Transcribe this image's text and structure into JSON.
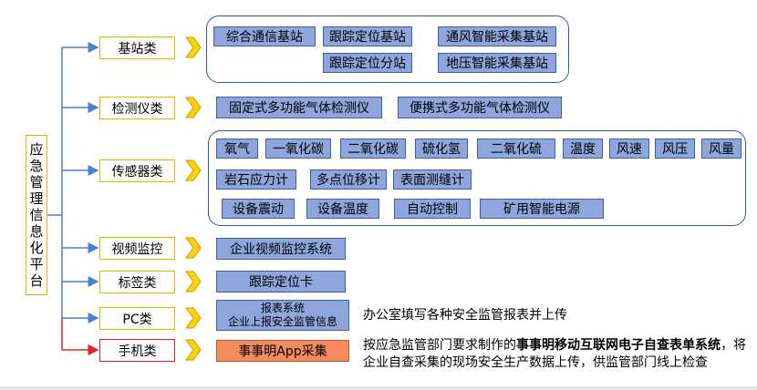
{
  "root": {
    "chars": [
      "应",
      "急",
      "管",
      "理",
      "信",
      "息",
      "化",
      "平",
      "台"
    ]
  },
  "categories": {
    "base_station": "基站类",
    "detector": "检测仪类",
    "sensor": "传感器类",
    "video": "视频监控",
    "tag": "标签类",
    "pc": "PC类",
    "mobile": "手机类"
  },
  "base_station_items": {
    "comprehensive": "综合通信基站",
    "tracking_base": "跟踪定位基站",
    "ventilation": "通风智能采集基站",
    "tracking_sub": "跟踪定位分站",
    "ground_pressure": "地压智能采集基站"
  },
  "detector_items": {
    "fixed": "固定式多功能气体检测仪",
    "portable": "便携式多功能气体检测仪"
  },
  "sensor_items": {
    "oxygen": "氧气",
    "co": "一氧化碳",
    "co2": "二氧化碳",
    "h2s": "硫化氢",
    "so2": "二氧化硫",
    "temperature": "温度",
    "wind_speed": "风速",
    "wind_pressure": "风压",
    "wind_volume": "风量",
    "rock_stress": "岩石应力计",
    "multi_point": "多点位移计",
    "surface_crack": "表面测缝计",
    "equipment_vibration": "设备震动",
    "equipment_temperature": "设备温度",
    "auto_control": "自动控制",
    "mine_power": "矿用智能电源"
  },
  "video_items": {
    "enterprise_video": "企业视频监控系统"
  },
  "tag_items": {
    "tracking_card": "跟踪定位卡"
  },
  "pc_items": {
    "line1": "报表系统",
    "line2": "企业上报安全监管信息"
  },
  "mobile_items": {
    "app": "事事明App采集"
  },
  "notes": {
    "pc": "办公室填写各种安全监管报表并上传",
    "mobile_prefix": "按应急监管部门要求制作的",
    "mobile_bold": "事事明移动互联网电子自查表单系统",
    "mobile_suffix": "，将企业自查采集的现场安全生产数据上传，供监管部门线上检查"
  },
  "colors": {
    "connector": "#4b7fd1",
    "category_border": "#e8b400",
    "mobile_border": "#e02020",
    "item_fill": "#8ea6dc",
    "item_border": "#3d5fa8",
    "group_border": "#2e5a94",
    "app_fill": "#f58c5d",
    "chevron_fill": "#ffd400"
  }
}
